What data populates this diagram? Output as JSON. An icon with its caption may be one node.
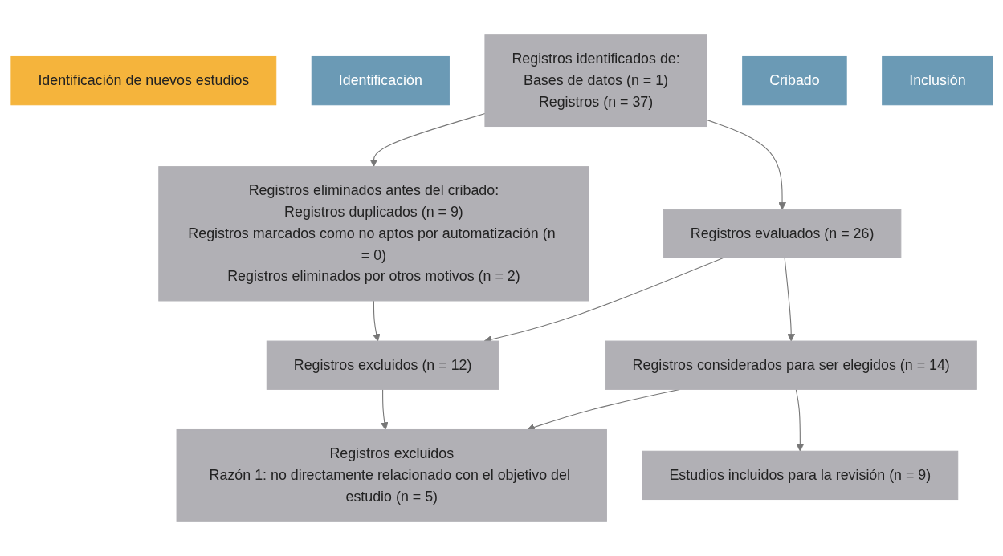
{
  "diagram": {
    "nodes": [
      {
        "text": [
          "Identificación de nuevos estudios"
        ]
      },
      {
        "text": [
          "Identificación"
        ]
      },
      {
        "text": [
          "Registros identificados de:",
          "Bases de datos (n = 1)",
          "Registros (n = 37)"
        ]
      },
      {
        "text": [
          "Registros eliminados antes del cribado:",
          "Registros duplicados (n = 9)",
          "Registros marcados como no aptos por automatización (n = 0)",
          "Registros eliminados por otros motivos (n = 2)"
        ]
      },
      {
        "text": [
          "Cribado"
        ]
      },
      {
        "text": [
          "Registros evaluados (n = 26)"
        ]
      },
      {
        "text": [
          "Registros excluidos (n = 12)"
        ]
      },
      {
        "text": [
          "Registros considerados para ser elegidos (n = 14)"
        ]
      },
      {
        "text": [
          "Registros excluidos",
          "Razón 1: no directamente relacionado con el objetivo del estudio (n = 5)"
        ]
      },
      {
        "text": [
          "Inclusión"
        ]
      },
      {
        "text": [
          "Estudios incluidos para la revisión (n = 9)"
        ]
      }
    ],
    "edges": [
      {
        "from": 2,
        "to": 3,
        "arrow": "to"
      },
      {
        "from": 2,
        "to": 5,
        "arrow": "to"
      },
      {
        "from": 3,
        "to": 6,
        "arrow": "to"
      },
      {
        "from": 5,
        "to": 6,
        "arrow": "to"
      },
      {
        "from": 5,
        "to": 7,
        "arrow": "to"
      },
      {
        "from": 6,
        "to": 8,
        "arrow": "to"
      },
      {
        "from": 7,
        "to": 8,
        "arrow": "to"
      },
      {
        "from": 7,
        "to": 10,
        "arrow": "to"
      }
    ]
  }
}
